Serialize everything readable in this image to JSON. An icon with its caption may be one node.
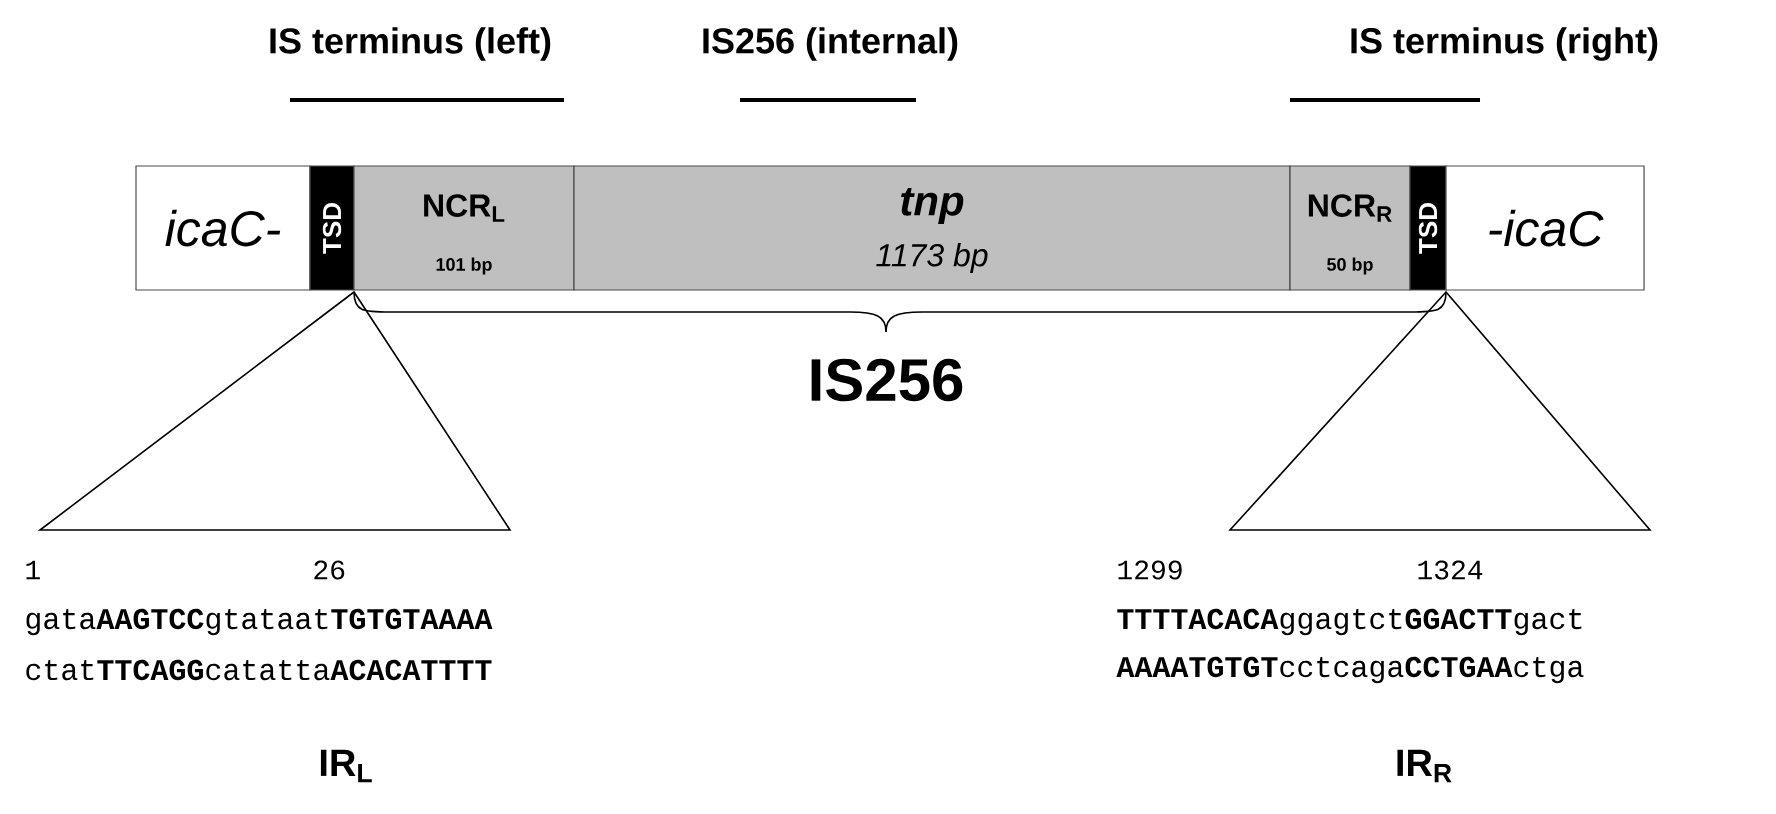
{
  "diagram": {
    "nodes": [
      {
        "text": [
          "icaC-"
        ]
      },
      {
        "text": [
          "TSD"
        ]
      },
      {
        "text": [
          "NCR$_{L}$",
          "101 bp"
        ]
      },
      {
        "text": [
          "tnp",
          "1173 bp"
        ]
      },
      {
        "text": [
          "NCR$_{R}$",
          "50 bp"
        ]
      },
      {
        "text": [
          "TSD"
        ]
      },
      {
        "text": [
          "-icaC"
        ]
      },
      {
        "text": [],
        "shape": "triangle"
      },
      {
        "text": [],
        "shape": "triangle"
      }
    ],
    "labels": [
      "IS terminus (left)",
      "IS256 (internal)",
      "IS terminus (right)",
      "IS256",
      "1",
      "26",
      "1299",
      "1324",
      "gata**AAGTCC**gtataat**TGTGTAAAA**",
      "ctat**TTCAGG**catatta**ACACATTTT**",
      "**TTTTACACA**ggagtct**GGACTT**gact",
      "**AAAATGTGT**cctcaga**CCTGAA**ctga",
      "IR$_{L}$",
      "IR$_{R}$"
    ]
  }
}
